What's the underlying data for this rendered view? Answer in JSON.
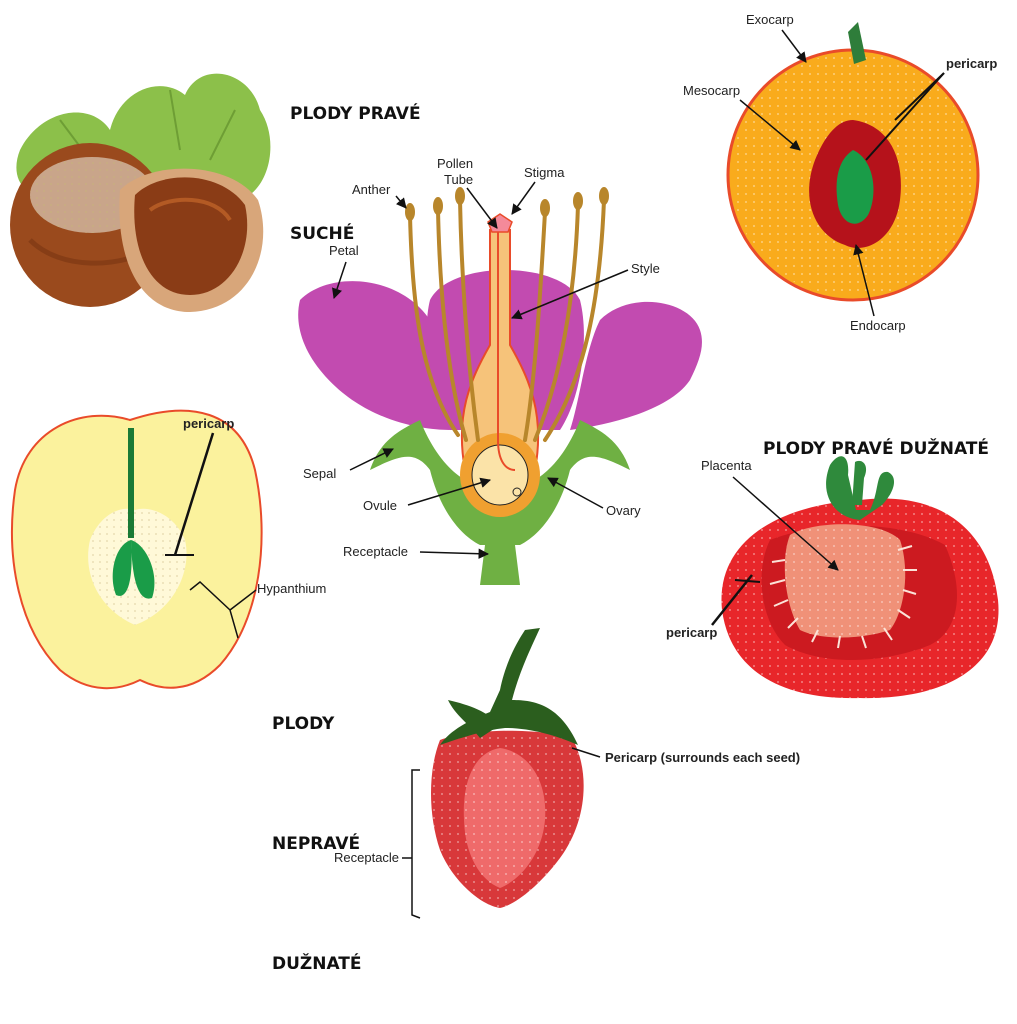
{
  "headings": {
    "dry": [
      "PLODY PRAVÉ",
      "SUCHÉ"
    ],
    "fleshy_true": "PLODY PRAVÉ DUŽNATÉ",
    "fleshy_false": [
      "PLODY",
      "NEPRAVÉ",
      "DUŽNATÉ"
    ]
  },
  "flower_labels": {
    "pollen_tube": [
      "Pollen",
      "Tube"
    ],
    "stigma": "Stigma",
    "anther": "Anther",
    "petal": "Petal",
    "style": "Style",
    "sepal": "Sepal",
    "ovule": "Ovule",
    "ovary": "Ovary",
    "receptacle": "Receptacle"
  },
  "peach_labels": {
    "exocarp": "Exocarp",
    "pericarp": "pericarp",
    "mesocarp": "Mesocarp",
    "endocarp": "Endocarp"
  },
  "apple_labels": {
    "pericarp": "pericarp",
    "hypanthium": "Hypanthium"
  },
  "tomato_labels": {
    "placenta": "Placenta",
    "pericarp": "pericarp"
  },
  "strawberry_labels": {
    "pericarp": "Pericarp (surrounds each seed)",
    "receptacle": "Receptacle"
  },
  "colors": {
    "petal": "#c24bb0",
    "sepal": "#6fb043",
    "pistil": "#f6c37a",
    "anther": "#b8862b",
    "peach_flesh": "#f9ab1c",
    "peach_endocarp": "#b5121b",
    "seed_green": "#1a9c48",
    "apple_flesh": "#fbf29d",
    "tomato_red": "#e8262a",
    "strawberry_red": "#d8383a",
    "hazelnut_brown": "#9a4a1d",
    "leaf_green": "#8cc04a"
  }
}
